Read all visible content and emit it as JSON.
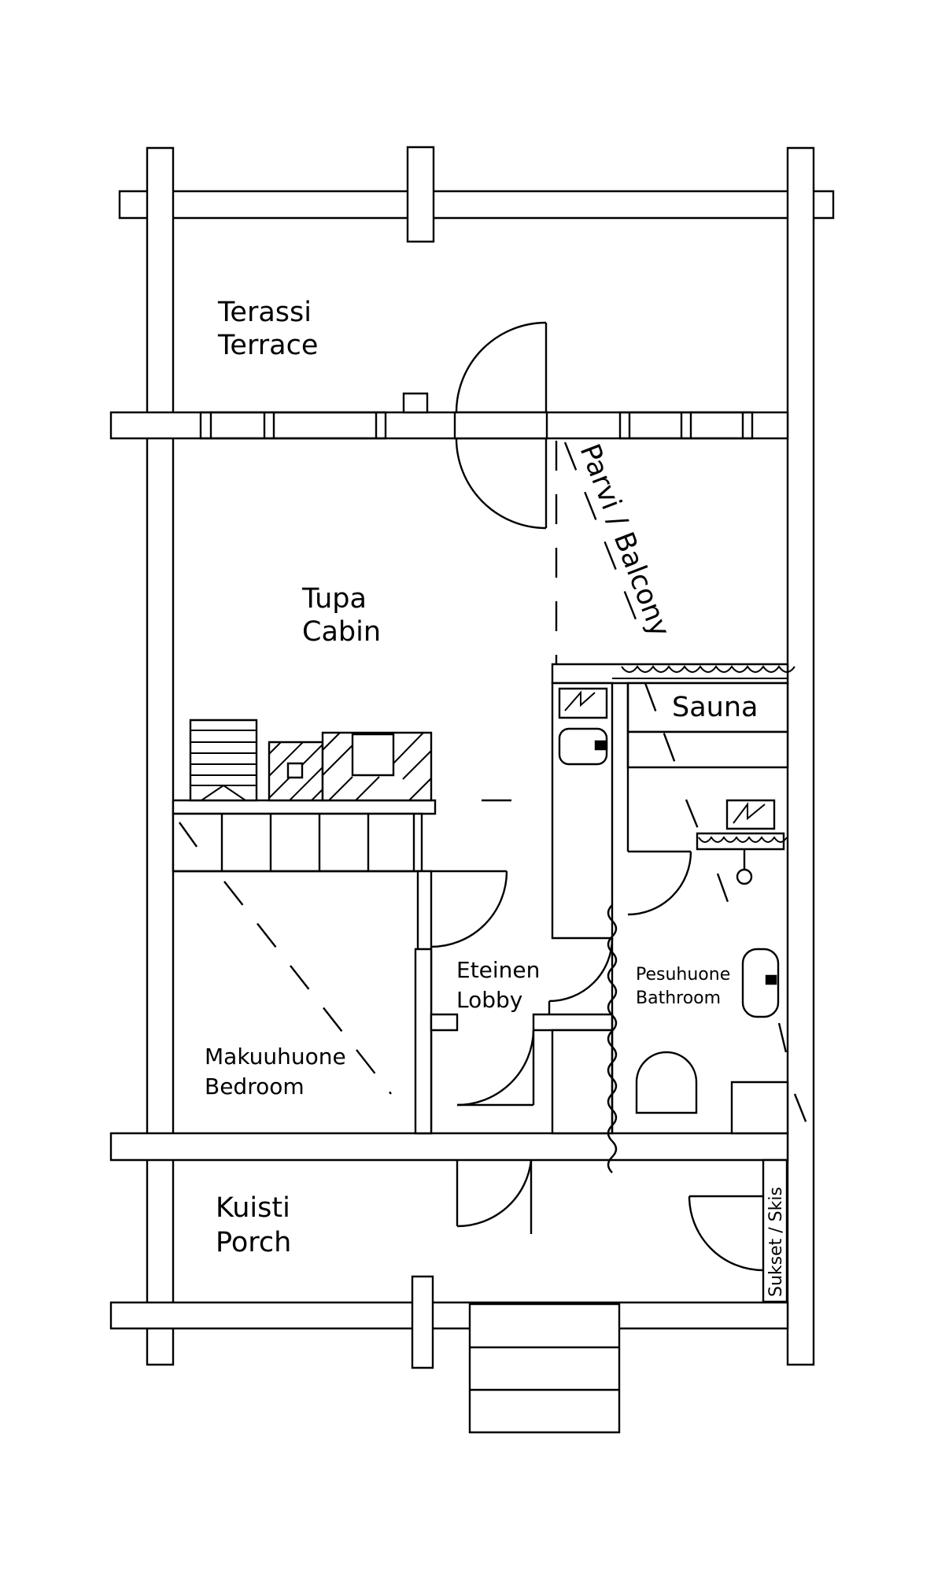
{
  "labels": {
    "terrace": {
      "fi": "Terassi",
      "en": "Terrace"
    },
    "cabin": {
      "fi": "Tupa",
      "en": "Cabin"
    },
    "loft": "Parvi / Balcony",
    "sauna": "Sauna",
    "lobby": {
      "fi": "Eteinen",
      "en": "Lobby"
    },
    "bathroom": {
      "fi": "Pesuhuone",
      "en": "Bathroom"
    },
    "bedroom": {
      "fi": "Makuuhuone",
      "en": "Bedroom"
    },
    "porch": {
      "fi": "Kuisti",
      "en": "Porch"
    },
    "skis": "Sukset / Skis"
  }
}
